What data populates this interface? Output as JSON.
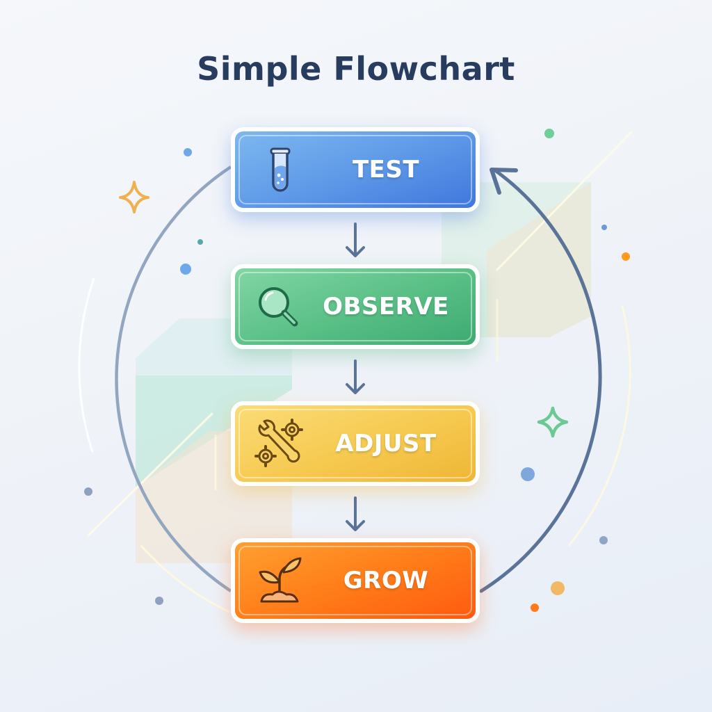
{
  "title": "Simple Flowchart",
  "steps": [
    {
      "label": "TEST",
      "icon": "test-tube-icon",
      "color": "#5f9ae8"
    },
    {
      "label": "OBSERVE",
      "icon": "magnifier-icon",
      "color": "#58bf85"
    },
    {
      "label": "ADJUST",
      "icon": "wrench-gears-icon",
      "color": "#f6c94f"
    },
    {
      "label": "GROW",
      "icon": "sprout-icon",
      "color": "#ff7a18"
    }
  ],
  "flow": {
    "arrows": [
      "TEST→OBSERVE",
      "OBSERVE→ADJUST",
      "ADJUST→GROW"
    ],
    "loop": "GROW→TEST",
    "arrow_color": "#5a7398"
  }
}
